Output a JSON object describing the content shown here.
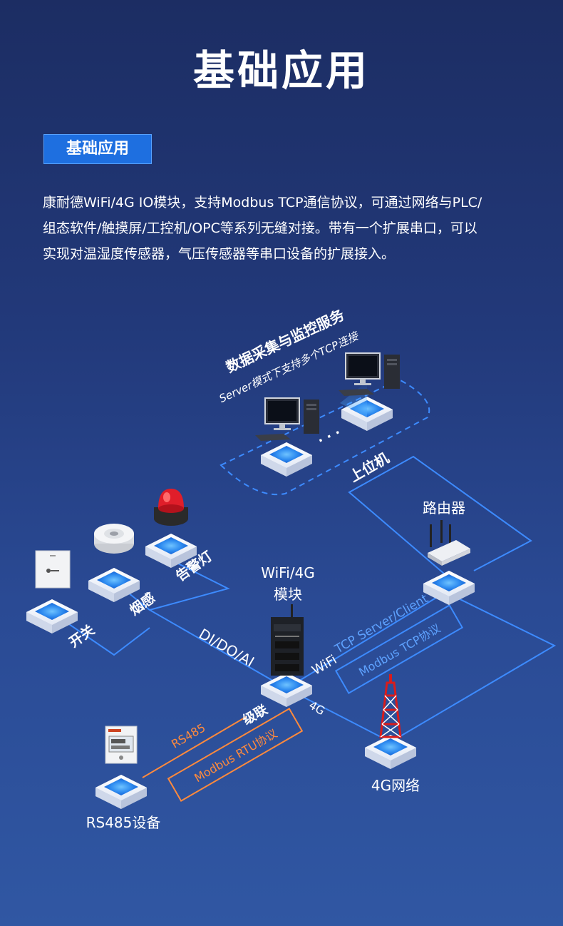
{
  "page": {
    "title": "基础应用",
    "badge": "基础应用",
    "description": [
      "康耐德WiFi/4G IO模块，支持Modbus TCP通信协议，可通过网络与PLC/",
      "组态软件/触摸屏/工控机/OPC等系列无缝对接。带有一个扩展串口，可以",
      "实现对温湿度传感器，气压传感器等串口设备的扩展接入。"
    ]
  },
  "diagram": {
    "server_title": "数据采集与监控服务",
    "server_subtitle": "Server模式下支持多个TCP连接",
    "ellipsis": "· · ·",
    "host_label": "上位机",
    "router_label": "路由器",
    "module_label_line1": "WiFi/4G",
    "module_label_line2": "模块",
    "switch_label": "开关",
    "smoke_label": "烟感",
    "alarm_label": "告警灯",
    "dio_label": "DI/DO/AI",
    "wifi_label": "WiFi",
    "fourg_label": "4G",
    "tcp_label": "TCP Server/Client",
    "modbus_tcp_label": "Modbus TCP协议",
    "cascade_label": "级联",
    "rs485_label": "RS485",
    "modbus_rtu_label": "Modbus RTU协议",
    "rs485_device_label": "RS485设备",
    "network_4g_label": "4G网络",
    "colors": {
      "blue_line": "#3d8bff",
      "orange_line": "#ff8a3c",
      "badge": "#1e6fe0"
    }
  }
}
